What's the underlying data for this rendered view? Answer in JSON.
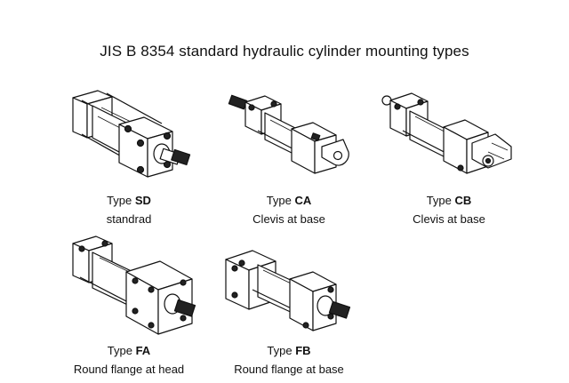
{
  "title": "JIS B 8354 standard hydraulic cylinder mounting types",
  "types": [
    {
      "prefix": "Type ",
      "code": "SD",
      "desc": "standrad",
      "icon": "cylinder-sd-icon"
    },
    {
      "prefix": "Type ",
      "code": "CA",
      "desc": "Clevis at base",
      "icon": "cylinder-ca-icon"
    },
    {
      "prefix": "Type ",
      "code": "CB",
      "desc": "Clevis at base",
      "icon": "cylinder-cb-icon"
    },
    {
      "prefix": "Type ",
      "code": "FA",
      "desc": "Round flange at head",
      "icon": "cylinder-fa-icon"
    },
    {
      "prefix": "Type ",
      "code": "FB",
      "desc": "Round flange at base",
      "icon": "cylinder-fb-icon"
    }
  ]
}
